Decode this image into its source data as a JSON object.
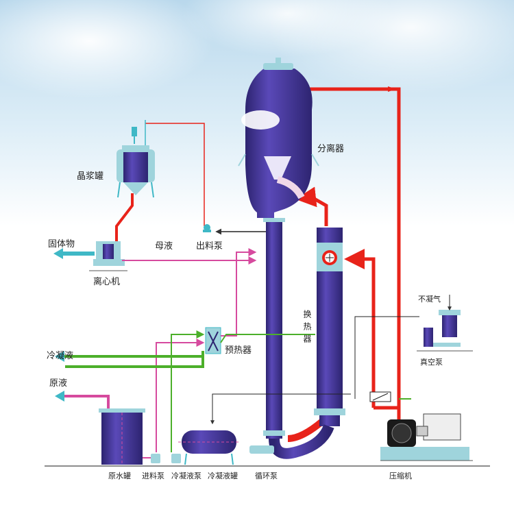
{
  "labels": {
    "separator": "分离器",
    "crystal_tank": "晶浆罐",
    "solids": "固体物",
    "mother_liquor": "母液",
    "discharge_pump": "出料泵",
    "centrifuge": "离心机",
    "heat_exchanger": "换热器",
    "non_condensable": "不凝气",
    "vacuum_pump": "真空泵",
    "condensate": "冷凝液",
    "preheater": "预热器",
    "raw_liquid": "原液",
    "raw_tank": "原水罐",
    "feed_pump": "进料泵",
    "condensate_pump": "冷凝液泵",
    "condensate_tank": "冷凝液罐",
    "circulation_pump": "循环泵",
    "compressor": "压缩机"
  },
  "colors": {
    "vessel": "#4a3a9e",
    "vessel_dark": "#2d2470",
    "steam": "#e8231a",
    "condensate_line": "#4caf2a",
    "liquor_line": "#d64a9e",
    "arrow_cyan": "#3fb8c6",
    "sky_top": "#cfe6f3",
    "sky_bottom": "#ffffff"
  }
}
